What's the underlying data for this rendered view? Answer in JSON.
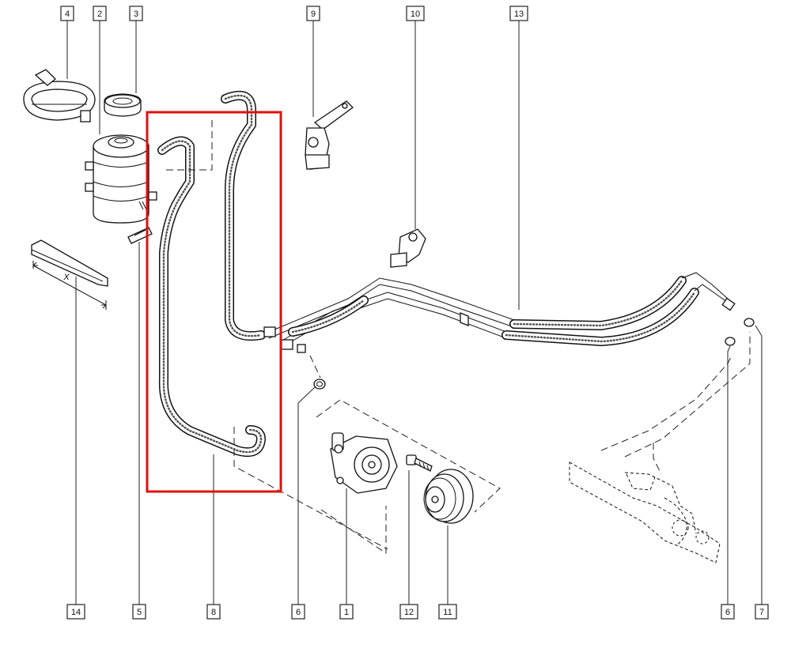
{
  "labels": {
    "l1": "1",
    "l2": "2",
    "l3": "3",
    "l4": "4",
    "l5": "5",
    "l6a": "6",
    "l6b": "6",
    "l7": "7",
    "l8": "8",
    "l9": "9",
    "l10": "10",
    "l11": "11",
    "l12": "12",
    "l13": "13",
    "l14": "14"
  },
  "dimension_mark": "X",
  "highlight_color": "#e01010"
}
